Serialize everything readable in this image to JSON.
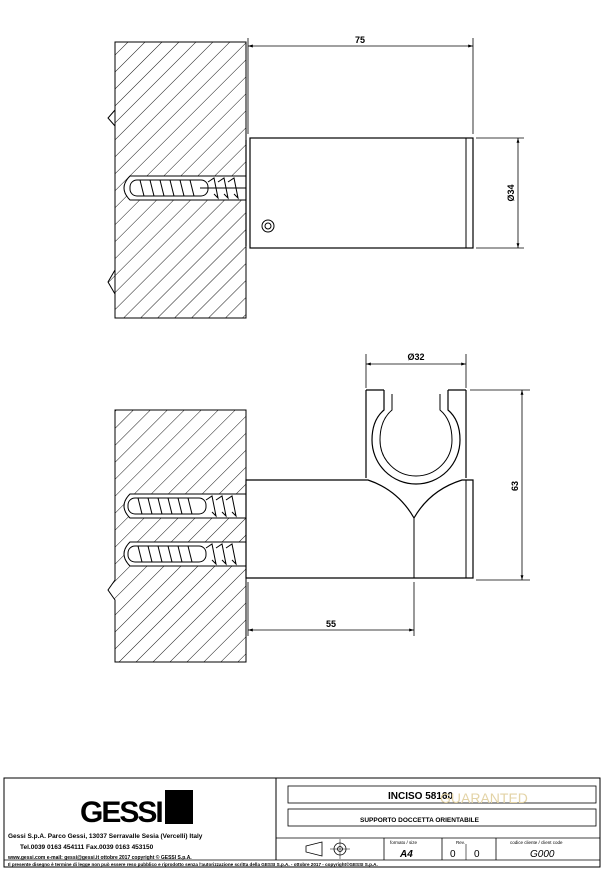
{
  "drawing": {
    "top_view": {
      "dim_length": "75",
      "dim_diameter": "Ø34"
    },
    "side_view": {
      "dim_clip_diameter": "Ø32",
      "dim_height": "63",
      "dim_depth": "55"
    }
  },
  "title_block": {
    "brand": "GESSI",
    "company_line": "Gessi S.p.A. Parco Gessi, 13037 Serravalle Sesia (Vercelli) Italy",
    "contact_line": "Tel.0039 0163 454111 Fax.0039 0163 453150",
    "web_line": "www.gessi.com  e-mail: gessi@gessi.it  ottobre 2017  copyright © GESSI S.p.A.",
    "product_code": "INCISO 58160",
    "product_name": "SUPPORTO DOCCETTA ORIENTABILE",
    "format_label": "formato / size",
    "format_value": "A4",
    "rev_label": "Rev.",
    "rev_value_1": "0",
    "rev_value_2": "0",
    "client_code_label": "codice cliente / client code",
    "client_code_value": "G000",
    "footer_note": "Il presente disegno è termine di legge non può essere reso pubblico e riprodotto senza l'autorizzazione scritta della GESSI S.p.A. - ottobre 2017 - copyright©GESSI S.p.A.",
    "watermark": "GUARANTED"
  }
}
